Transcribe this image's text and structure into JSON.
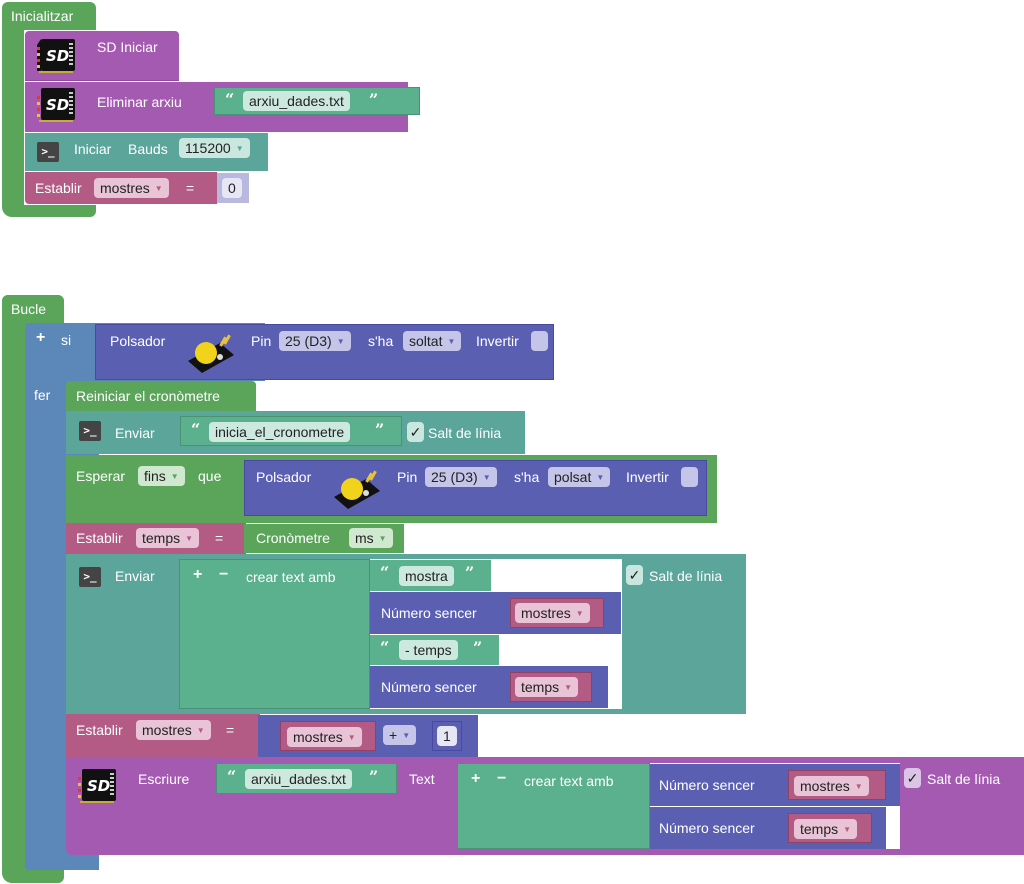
{
  "setup": {
    "title": "Inicialitzar",
    "sd_init": "SD Iniciar",
    "delete_file": {
      "label": "Eliminar arxiu",
      "filename": "arxiu_dades.txt"
    },
    "serial_init": {
      "label": "Iniciar",
      "bauds_label": "Bauds",
      "bauds": "115200"
    },
    "set_var": {
      "label": "Establir",
      "variable": "mostres",
      "equals": "=",
      "value": "0"
    }
  },
  "loop": {
    "title": "Bucle",
    "if": {
      "plus": "+",
      "label": "si",
      "do_label": "fer",
      "condition": {
        "sensor": "Polsador",
        "pin_label": "Pin",
        "pin": "25 (D3)",
        "state_label": "s'ha",
        "state": "soltat",
        "invert_label": "Invertir"
      }
    },
    "reset_timer": "Reiniciar el cronòmetre",
    "send1": {
      "label": "Enviar",
      "text": "inicia_el_cronometre",
      "newline": "Salt de línia",
      "checked": "✓"
    },
    "wait": {
      "label": "Esperar",
      "mode": "fins",
      "que": "que",
      "condition": {
        "sensor": "Polsador",
        "pin_label": "Pin",
        "pin": "25 (D3)",
        "state_label": "s'ha",
        "state": "polsat",
        "invert_label": "Invertir"
      }
    },
    "set_time": {
      "label": "Establir",
      "variable": "temps",
      "equals": "=",
      "timer_label": "Cronòmetre",
      "unit": "ms"
    },
    "send2": {
      "label": "Enviar",
      "join": {
        "plus": "+",
        "minus": "−",
        "label": "crear text amb"
      },
      "items": [
        {
          "type": "text",
          "value": "mostra"
        },
        {
          "type": "int",
          "label": "Número sencer",
          "variable": "mostres"
        },
        {
          "type": "text",
          "value": "- temps"
        },
        {
          "type": "int",
          "label": "Número sencer",
          "variable": "temps"
        }
      ],
      "newline": "Salt de línia",
      "checked": "✓"
    },
    "increment": {
      "label": "Establir",
      "variable": "mostres",
      "equals": "=",
      "lhs": "mostres",
      "op": "+",
      "rhs": "1"
    },
    "write": {
      "label": "Escriure",
      "filename": "arxiu_dades.txt",
      "text_label": "Text",
      "join": {
        "plus": "+",
        "minus": "−",
        "label": "crear text amb"
      },
      "items": [
        {
          "label": "Número sencer",
          "variable": "mostres"
        },
        {
          "label": "Número sencer",
          "variable": "temps"
        }
      ],
      "newline": "Salt de línia",
      "checked": "✓"
    }
  },
  "icons": {
    "sd": "sd-card-icon",
    "console": "console-icon",
    "button": "push-button-module-icon",
    "dropdown": "▼"
  }
}
